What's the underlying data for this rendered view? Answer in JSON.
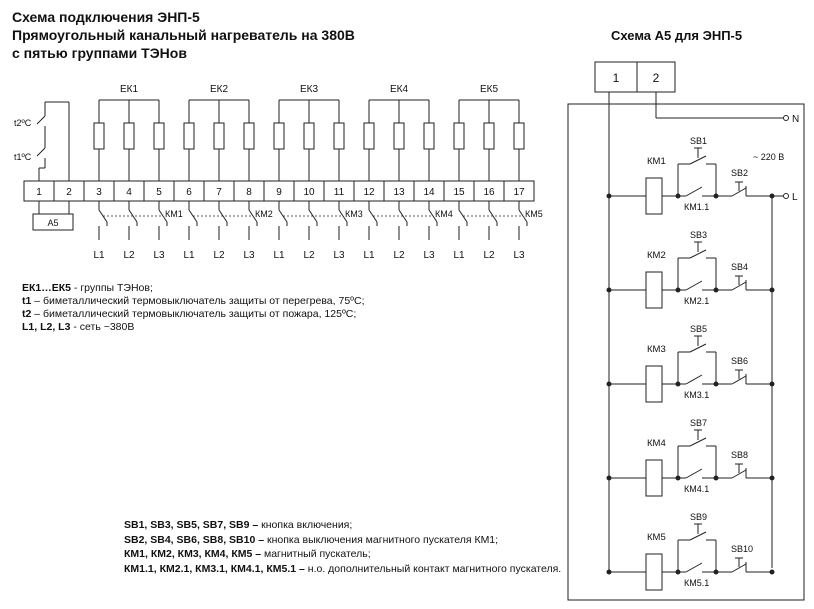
{
  "title": {
    "line1": "Схема подключения ЭНП-5",
    "line2": "Прямоугольный канальный нагреватель  на 380В",
    "line3": "с пятью группами ТЭНов"
  },
  "scheme_a5_title": "Схема А5 для ЭНП-5",
  "left": {
    "terminals": [
      "1",
      "2",
      "3",
      "4",
      "5",
      "6",
      "7",
      "8",
      "9",
      "10",
      "11",
      "12",
      "13",
      "14",
      "15",
      "16",
      "17"
    ],
    "groups": [
      "ЕК1",
      "ЕК2",
      "ЕК3",
      "ЕК4",
      "ЕК5"
    ],
    "km_labels": [
      "КМ1",
      "КМ2",
      "КМ3",
      "КМ4",
      "КМ5"
    ],
    "phases": [
      "L1",
      "L2",
      "L3"
    ],
    "t2": "t2ºC",
    "t1": "t1ºC",
    "a5": "А5"
  },
  "right": {
    "header_cells": [
      "1",
      "2"
    ],
    "n_label": "N",
    "l_label": "L",
    "voltage": "~ 220 В",
    "rungs": [
      {
        "km": "КМ1",
        "sb_on": "SB1",
        "sb_off": "SB2",
        "aux": "КМ1.1"
      },
      {
        "km": "КМ2",
        "sb_on": "SB3",
        "sb_off": "SB4",
        "aux": "КМ2.1"
      },
      {
        "km": "КМ3",
        "sb_on": "SB5",
        "sb_off": "SB6",
        "aux": "КМ3.1"
      },
      {
        "km": "КМ4",
        "sb_on": "SB7",
        "sb_off": "SB8",
        "aux": "КМ4.1"
      },
      {
        "km": "КМ5",
        "sb_on": "SB9",
        "sb_off": "SB10",
        "aux": "КМ5.1"
      }
    ]
  },
  "legend1": {
    "l1_b": "ЕК1…ЕК5",
    "l1_t": "  - группы ТЭНов;",
    "l2_b": "t1",
    "l2_t": " – биметаллический термовыключатель защиты от перегрева, 75ºС;",
    "l3_b": "t2",
    "l3_t": " – биметаллический термовыключатель защиты от пожара, 125ºС;",
    "l4_b": "L1, L2, L3",
    "l4_t": " - сеть ~380В"
  },
  "legend2": {
    "l1_b": "SB1, SB3, SB5, SB7, SB9 –",
    "l1_t": " кнопка включения;",
    "l2_b": "SB2, SB4, SB6, SB8, SB10 –",
    "l2_t": " кнопка выключения магнитного пускателя КМ1;",
    "l3_b": "КМ1, КМ2, КМ3, КМ4, КМ5 –",
    "l3_t": " магнитный пускатель;",
    "l4_b": "КМ1.1, КМ2.1, КМ3.1, КМ4.1, КМ5.1 –",
    "l4_t": " н.о. дополнительный контакт магнитного пускателя."
  }
}
